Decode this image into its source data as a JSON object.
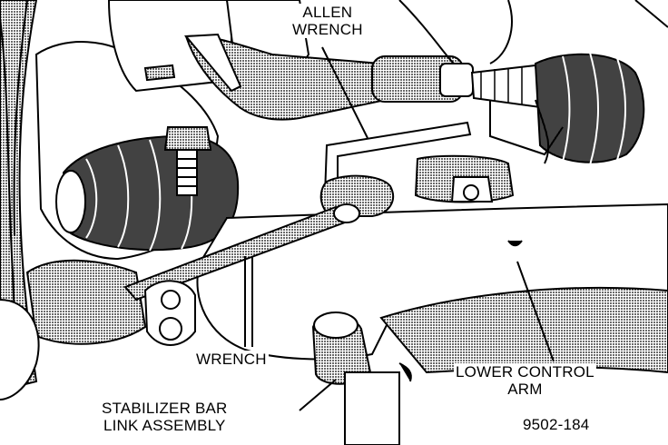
{
  "labels": {
    "allen_wrench": [
      "ALLEN",
      "WRENCH"
    ],
    "wrench": "WRENCH",
    "lower_control_arm": [
      "LOWER CONTROL",
      "ARM"
    ],
    "stabilizer_link": [
      "STABILIZER BAR",
      "LINK ASSEMBLY"
    ],
    "figure_number": "9502-184"
  },
  "colors": {
    "ink": "#000000",
    "paper": "#ffffff",
    "shade": "#9a9a9a"
  }
}
